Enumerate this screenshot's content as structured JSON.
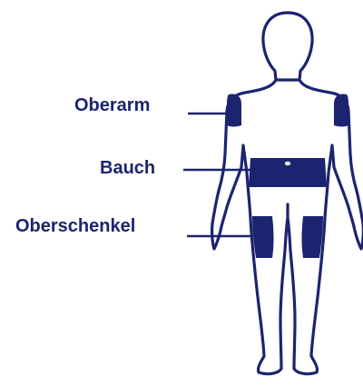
{
  "labels": {
    "upper_arm": "Oberarm",
    "abdomen": "Bauch",
    "thigh": "Oberschenkel"
  },
  "colors": {
    "primary": "#1c2470",
    "background": "#ffffff"
  },
  "icons": {
    "figure": "human-body-outline-icon"
  }
}
